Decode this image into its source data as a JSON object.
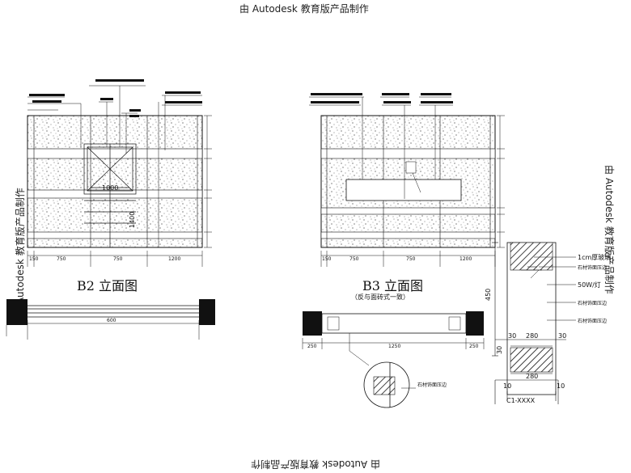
{
  "watermark": {
    "top": "由 Autodesk 教育版产品制作",
    "bottom": "由 Autodesk 教育版产品制作",
    "left": "由 Autodesk 教育版产品制作",
    "right": "由 Autodesk 教育版产品制作"
  },
  "b2": {
    "title": "B2 立面图",
    "dim_inner": "1000",
    "dim_vert": "1400",
    "dims_bottom": [
      "150",
      "750",
      "750",
      "1200"
    ]
  },
  "b3": {
    "title": "B3 立面图",
    "subtitle": "（反与面砖式一致）",
    "dims_bottom": [
      "150",
      "750",
      "750",
      "1200"
    ]
  },
  "detail": {
    "labels": [
      "1cm厚玻璃",
      "石材饰面压边",
      "50W/灯",
      "石材饰面压边",
      "石材饰面压边"
    ],
    "dim_450": "450",
    "dim_30_left": "30",
    "dim_280_top": "280",
    "dim_30_right": "30",
    "dim_30_mid": "30",
    "dim_280_bottom": "280",
    "dim_10_left": "10",
    "dim_10_right": "10",
    "cut_label": "C1-XXXX"
  },
  "plan_b2": {
    "dim": "600"
  },
  "plan_b3": {
    "dims": [
      "250",
      "1250",
      "250"
    ],
    "callout": "石材饰面压边"
  }
}
